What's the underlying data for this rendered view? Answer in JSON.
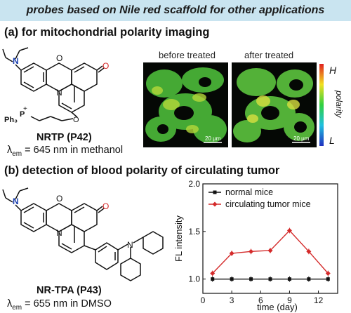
{
  "banner": {
    "title": "probes based on Nile red scaffold for other applications"
  },
  "section_a": {
    "title": "(a) for mitochondrial polarity imaging",
    "molecule_name": "NRTP (P42)",
    "lambda_prefix": "λ",
    "lambda_sub": "em",
    "lambda_text": " = 645 nm in methanol",
    "image_labels": [
      "before treated",
      "after treated"
    ],
    "scale_bar_label": "20 μm",
    "colorbar": {
      "top": "H",
      "middle": "polarity",
      "bottom": "L"
    },
    "atoms": {
      "N": "N",
      "O": "O",
      "P": "P",
      "ph3": "Ph₃",
      "plus": "+"
    }
  },
  "section_b": {
    "title": "(b) detection of blood polarity of circulating tumor",
    "molecule_name": "NR-TPA (P43)",
    "lambda_prefix": "λ",
    "lambda_sub": "em",
    "lambda_text": " = 655 nm in DMSO"
  },
  "chart_data": {
    "type": "line",
    "title": "",
    "xlabel": "time (day)",
    "ylabel": "FL intensity",
    "xlim": [
      0,
      14
    ],
    "ylim": [
      0.85,
      2.0
    ],
    "xticks": [
      0,
      3,
      6,
      9,
      12
    ],
    "yticks": [
      1.0,
      1.5,
      2.0
    ],
    "x": [
      1,
      3,
      5,
      7,
      9,
      11,
      13
    ],
    "series": [
      {
        "name": "normal mice",
        "color": "#111111",
        "marker": "square",
        "values": [
          1.0,
          1.0,
          1.0,
          1.0,
          1.0,
          1.0,
          1.0
        ]
      },
      {
        "name": "circulating tumor mice",
        "color": "#d42a2a",
        "marker": "diamond",
        "values": [
          1.06,
          1.27,
          1.29,
          1.3,
          1.51,
          1.29,
          1.06
        ]
      }
    ],
    "legend": "top-left",
    "grid": false
  }
}
